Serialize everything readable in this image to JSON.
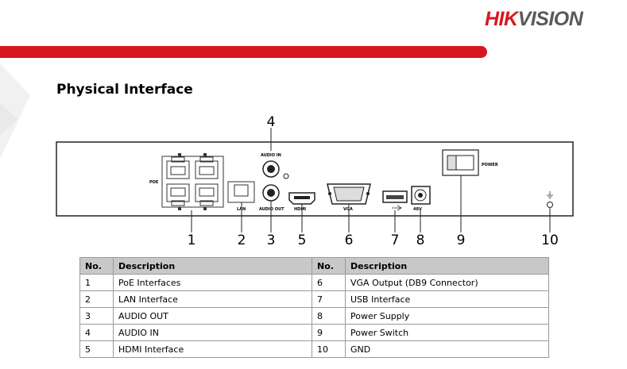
{
  "brand": {
    "logo_part1": "HIK",
    "logo_part2": "VISION",
    "accent": "#d7171f"
  },
  "section_title": "Physical Interface",
  "panel_labels": {
    "poe": "POE",
    "lan": "LAN",
    "audio_in": "AUDIO IN",
    "audio_out": "AUDIO OUT",
    "hdmi": "HDMI",
    "vga": "VGA",
    "usb": "USB",
    "power_supply": "48V",
    "power_switch": "POWER"
  },
  "callouts": [
    "1",
    "2",
    "3",
    "4",
    "5",
    "6",
    "7",
    "8",
    "9",
    "10"
  ],
  "table": {
    "headers": [
      "No.",
      "Description",
      "No.",
      "Description"
    ],
    "rows": [
      {
        "n1": "1",
        "d1": "PoE Interfaces",
        "n2": "6",
        "d2": "VGA Output (DB9 Connector)"
      },
      {
        "n1": "2",
        "d1": "LAN Interface",
        "n2": "7",
        "d2": "USB Interface"
      },
      {
        "n1": "3",
        "d1": "AUDIO OUT",
        "n2": "8",
        "d2": "Power Supply"
      },
      {
        "n1": "4",
        "d1": "AUDIO IN",
        "n2": "9",
        "d2": "Power Switch"
      },
      {
        "n1": "5",
        "d1": "HDMI Interface",
        "n2": "10",
        "d2": "GND"
      }
    ]
  }
}
